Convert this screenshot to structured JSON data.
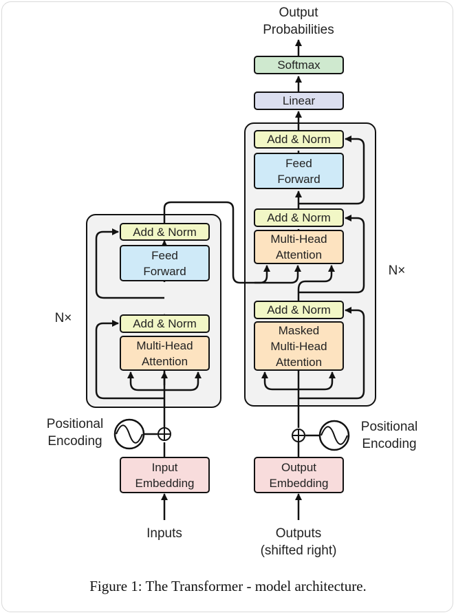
{
  "output_probabilities": "Output\nProbabilities",
  "softmax": "Softmax",
  "linear": "Linear",
  "add_norm": "Add & Norm",
  "feed_forward": "Feed\nForward",
  "multi_head_attention": "Multi-Head\nAttention",
  "masked_multi_head_attention": "Masked\nMulti-Head\nAttention",
  "nx": "N×",
  "positional_encoding": "Positional\nEncoding",
  "input_embedding": "Input\nEmbedding",
  "output_embedding": "Output\nEmbedding",
  "inputs": "Inputs",
  "outputs": "Outputs\n(shifted right)",
  "caption": "Figure 1: The Transformer - model architecture.",
  "colors": {
    "add_norm": "#f2f7c6",
    "feed_forward": "#cfeaf8",
    "attention": "#fde3c0",
    "embedding": "#f8dcdc",
    "linear": "#dcdff0",
    "softmax": "#cfe9cf",
    "stack_bg": "#f2f2f2"
  }
}
